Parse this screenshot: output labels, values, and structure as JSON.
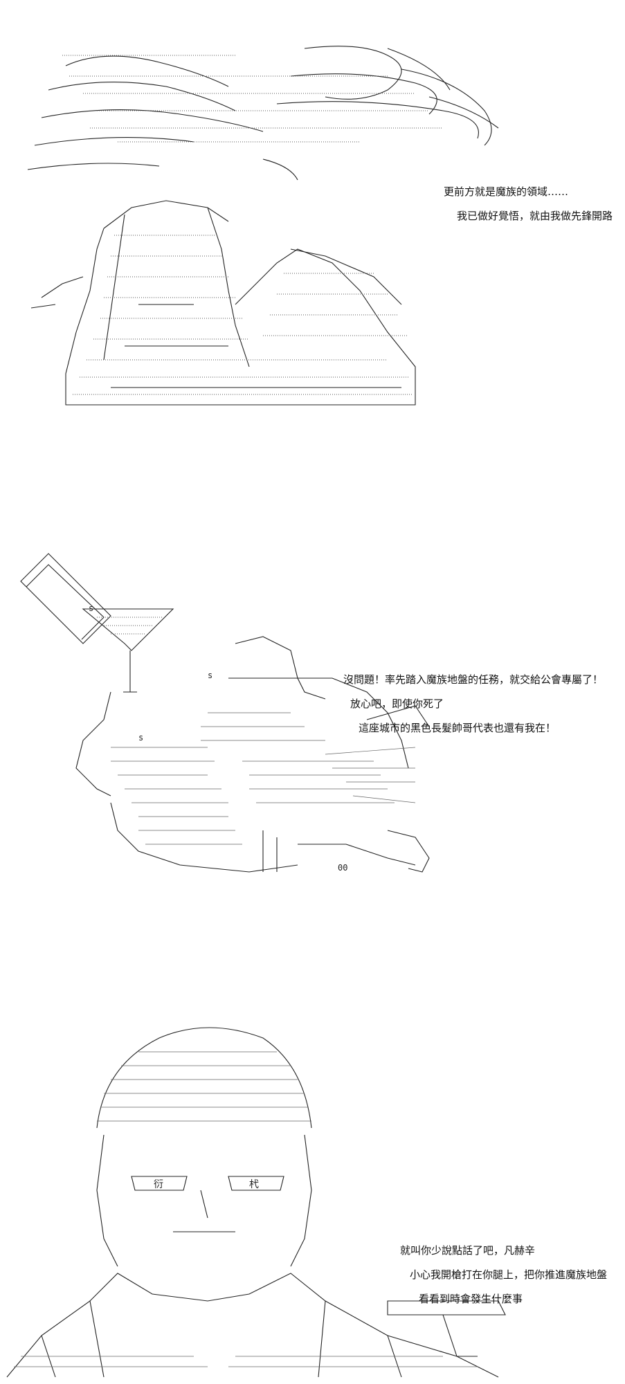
{
  "panels": [
    {
      "name": "panel-1",
      "lines": [
        "更前方就是魔族的領域……",
        "我已做好覺悟，就由我做先鋒開路"
      ]
    },
    {
      "name": "panel-2",
      "lines": [
        "沒問題！率先踏入魔族地盤的任務，就交給公會專屬了！",
        "放心吧，即使你死了",
        "這座城市的黑色長髮帥哥代表也還有我在！"
      ],
      "art_text": [
        "s",
        "s",
        "s",
        "00"
      ]
    },
    {
      "name": "panel-3",
      "lines": [
        "就叫你少說點話了吧，凡赫辛",
        "小心我開槍打在你腿上，把你推進魔族地盤",
        "看看到時會發生什麼事"
      ],
      "art_text": [
        "衍",
        "杙"
      ]
    }
  ]
}
